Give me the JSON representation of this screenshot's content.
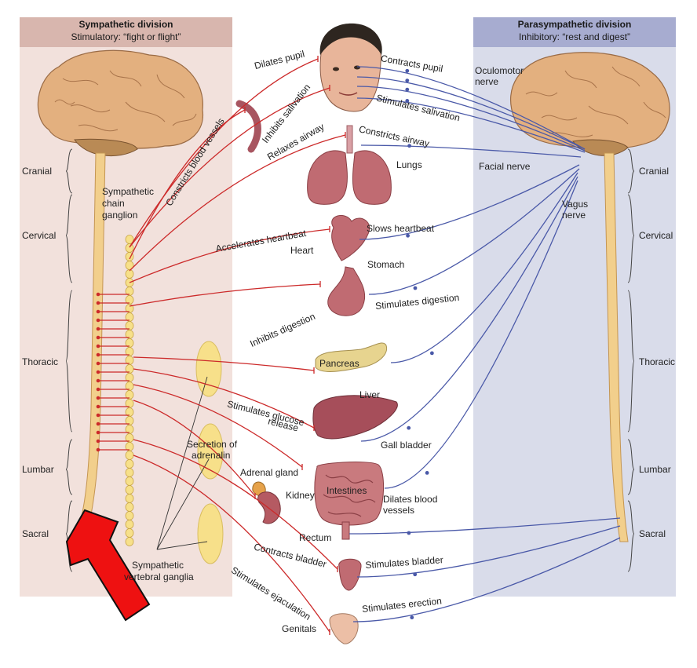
{
  "sympathetic": {
    "title": "Sympathetic division",
    "subtitle": "Stimulatory: “fight or flight”"
  },
  "parasympathetic": {
    "title": "Parasympathetic division",
    "subtitle": "Inhibitory: “rest and digest”"
  },
  "spine_regions": [
    "Cranial",
    "Cervical",
    "Thoracic",
    "Lumbar",
    "Sacral"
  ],
  "labels": {
    "sympathetic_chain": [
      "Sympathetic",
      "chain",
      "ganglion"
    ],
    "vertebral_ganglia": [
      "Sympathetic",
      "vertebral ganglia"
    ],
    "adrenalin": [
      "Secretion of",
      "adrenalin"
    ],
    "oculomotor": [
      "Oculomotor",
      "nerve"
    ],
    "facial": "Facial nerve",
    "vagus": [
      "Vagus",
      "nerve"
    ]
  },
  "organs": {
    "lungs": "Lungs",
    "heart": "Heart",
    "stomach": "Stomach",
    "pancreas": "Pancreas",
    "liver": "Liver",
    "gall_bladder": "Gall bladder",
    "adrenal_gland": "Adrenal gland",
    "kidney": "Kidney",
    "intestines": "Intestines",
    "rectum": "Rectum",
    "genitals": "Genitals"
  },
  "sympathetic_effects": {
    "dilates_pupil": "Dilates pupil",
    "inhibits_salivation": "Inhibits salivation",
    "constricts_vessels": "Constricts blood vessels",
    "relaxes_airway": "Relaxes airway",
    "accelerates_heartbeat": "Accelerates heartbeat",
    "inhibits_digestion": "Inhibits digestion",
    "glucose_release": [
      "Stimulates glucose",
      "release"
    ],
    "contracts_bladder": "Contracts bladder",
    "ejaculation": "Stimulates ejaculation"
  },
  "parasympathetic_effects": {
    "contracts_pupil": "Contracts pupil",
    "stimulates_salivation": "Stimulates salivation",
    "constricts_airway": "Constricts airway",
    "slows_heartbeat": "Slows heartbeat",
    "stimulates_digestion": "Stimulates digestion",
    "dilates_vessels": [
      "Dilates blood",
      "vessels"
    ],
    "stimulates_bladder": "Stimulates bladder",
    "stimulates_erection": "Stimulates erection"
  },
  "colors": {
    "sympathetic_nerve": "#cc2a2a",
    "parasympathetic_nerve": "#4a59a8",
    "brain": "#e3b07f",
    "spinal_cord": "#f2cf8c",
    "organ": "#c06b72",
    "ganglion": "#f7e08a",
    "arrow": "#ee1111"
  }
}
